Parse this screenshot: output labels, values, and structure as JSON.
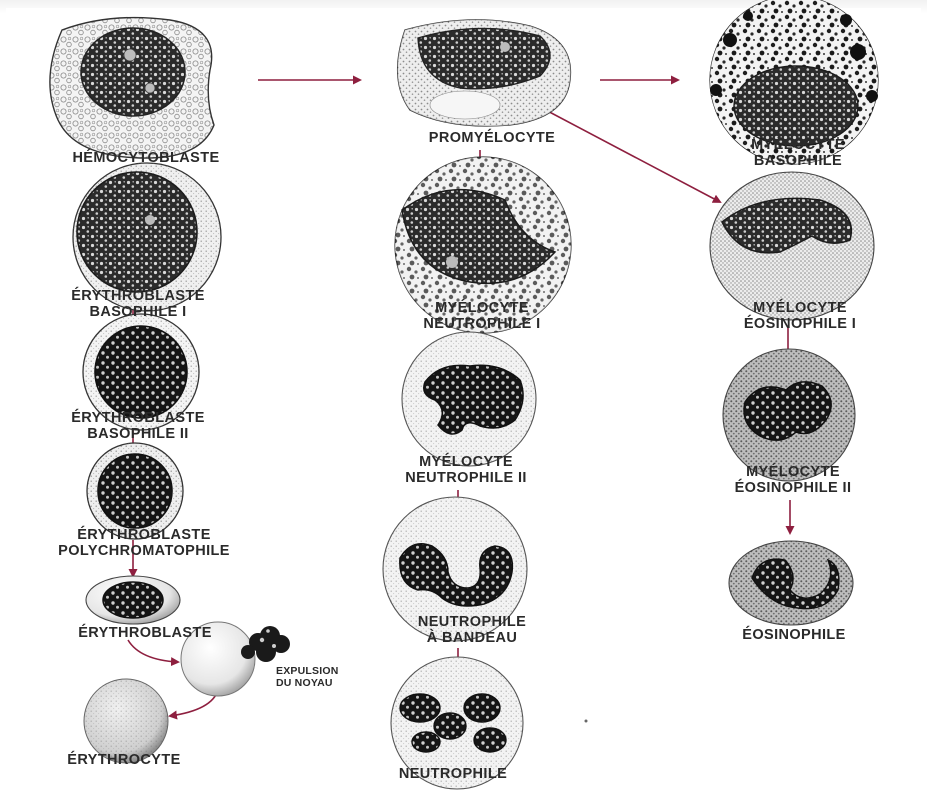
{
  "colors": {
    "arrow": "#8e1f3f",
    "ink": "#141414",
    "paper": "#ffffff"
  },
  "cells": {
    "hemocytoblaste": {
      "label": [
        "HÉMOCYTOBLASTE"
      ]
    },
    "erythroblaste_basophile_1": {
      "label": [
        "ÉRYTHROBLASTE",
        "BASOPHILE  I"
      ]
    },
    "erythroblaste_basophile_2": {
      "label": [
        "ÉRYTHROBLASTE",
        "BASOPHILE  II"
      ]
    },
    "erythroblaste_polychromatophile": {
      "label": [
        "ÉRYTHROBLASTE",
        "POLYCHROMATOPHILE"
      ]
    },
    "erythroblaste": {
      "label": [
        "ÉRYTHROBLASTE"
      ]
    },
    "expulsion": {
      "label": [
        "EXPULSION",
        "DU NOYAU"
      ]
    },
    "erythrocyte": {
      "label": [
        "ÉRYTHROCYTE"
      ]
    },
    "promyelocyte": {
      "label": [
        "PROMYÉLOCYTE"
      ]
    },
    "myelocyte_neutrophile_1": {
      "label": [
        "MYÉLOCYTE",
        "NEUTROPHILE I"
      ]
    },
    "myelocyte_neutrophile_2": {
      "label": [
        "MYÉLOCYTE",
        "NEUTROPHILE II"
      ]
    },
    "neutrophile_bandeau": {
      "label": [
        "NEUTROPHILE",
        "À BANDEAU"
      ]
    },
    "neutrophile": {
      "label": [
        "NEUTROPHILE"
      ]
    },
    "myelocyte_basophile": {
      "label": [
        "MYÉLOCYTE",
        "BASOPHILE"
      ]
    },
    "myelocyte_eosinophile_1": {
      "label": [
        "MYÉLOCYTE",
        "ÉOSINOPHILE I"
      ]
    },
    "myelocyte_eosinophile_2": {
      "label": [
        "MYÉLOCYTE",
        "ÉOSINOPHILE II"
      ]
    },
    "eosinophile": {
      "label": [
        "ÉOSINOPHILE"
      ]
    }
  }
}
